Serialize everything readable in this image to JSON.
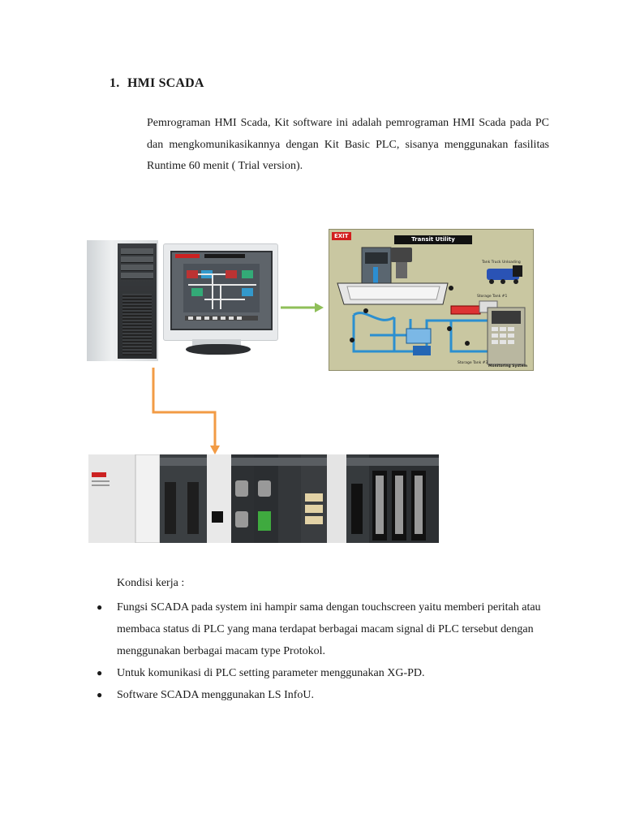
{
  "heading": {
    "number": "1.",
    "title": "HMI SCADA"
  },
  "intro": "Pemrograman HMI Scada, Kit software ini adalah pemrograman HMI Scada pada PC dan mengkomunikasikannya dengan Kit Basic PLC, sisanya menggunakan fasilitas Runtime 60 menit ( Trial version).",
  "scada_screen": {
    "exit_label": "EXIT",
    "title": "Transit Utility",
    "captions": [
      "Tank Truck Unloading",
      "Storage Tank #1",
      "Storage Tank #3",
      "Monitoring System"
    ]
  },
  "conditions": {
    "label": "Kondisi kerja :",
    "items": [
      "Fungsi SCADA pada system ini hampir sama dengan touchscreen yaitu memberi peritah atau membaca status di PLC yang mana terdapat berbagai macam signal di PLC tersebut dengan menggunakan berbagai macam type Protokol.",
      "Untuk komunikasi di PLC setting parameter menggunakan XG-PD.",
      "Software SCADA menggunakan LS InfoU."
    ]
  },
  "colors": {
    "arrow_green": "#8fbf59",
    "arrow_orange": "#f29b45",
    "scada_bg": "#c9c7a1"
  }
}
